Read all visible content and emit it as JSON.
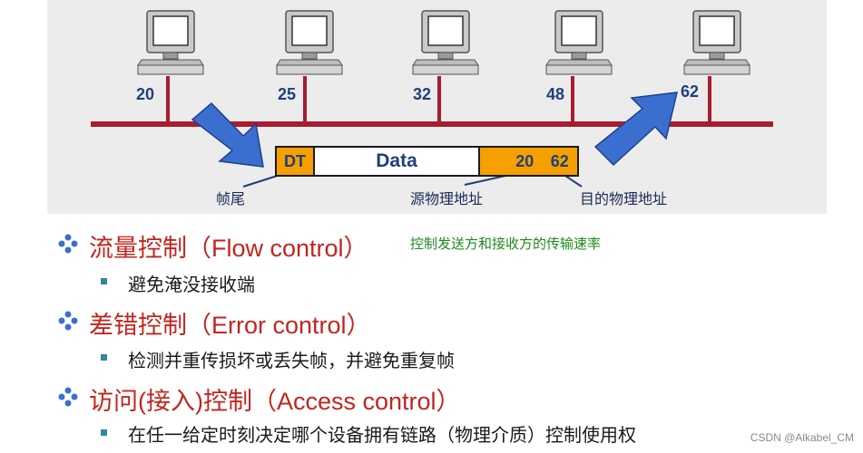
{
  "diagram": {
    "computers": [
      {
        "label": "20"
      },
      {
        "label": "25"
      },
      {
        "label": "32"
      },
      {
        "label": "48"
      },
      {
        "label": "62"
      }
    ],
    "frame": {
      "trailer": "DT",
      "data": "Data",
      "src_addr": "20",
      "dst_addr": "62"
    },
    "annotations": {
      "trailer": "帧尾",
      "src": "源物理地址",
      "dst": "目的物理地址"
    },
    "colors": {
      "bus": "#a81c30",
      "frame_fill": "#f5a000",
      "arrow": "#3a6fd0"
    }
  },
  "bullets": [
    {
      "heading": "流量控制（Flow control）",
      "note": "控制发送方和接收方的传输速率",
      "sub": "避免淹没接收端"
    },
    {
      "heading": "差错控制（Error control）",
      "sub": "检测并重传损坏或丢失帧，并避免重复帧"
    },
    {
      "heading": "访问(接入)控制（Access control）",
      "sub": "在任一给定时刻决定哪个设备拥有链路（物理介质）控制使用权"
    }
  ],
  "watermark": "CSDN @Alkabel_CM"
}
